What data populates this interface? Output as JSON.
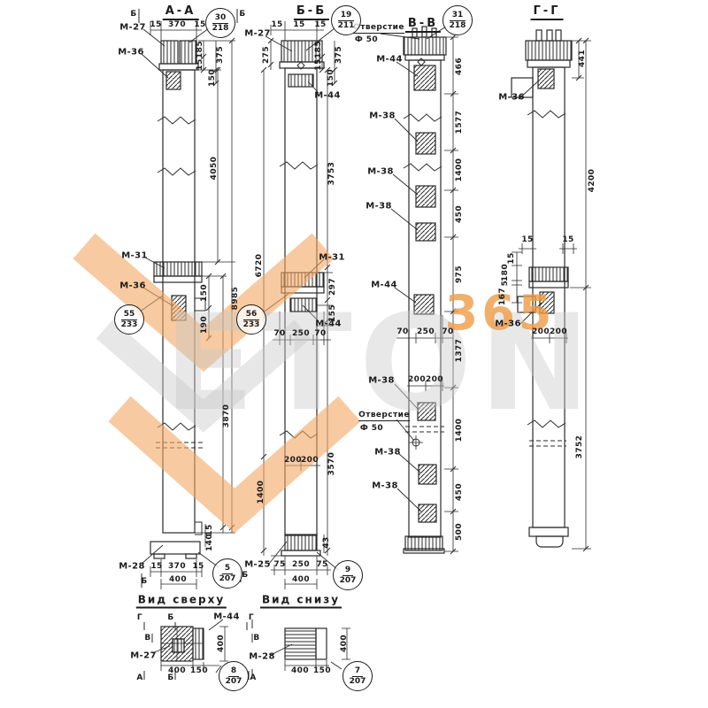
{
  "palette": {
    "ink": "#1c1c1c",
    "paper": "#ffffff",
    "orange": "#f2a358",
    "gray": "#cccccc"
  },
  "watermark": {
    "word": "ETON",
    "number": "365"
  },
  "headers": {
    "aa": "А-А",
    "bb": "Б-Б",
    "vv": "В-В",
    "gg": "Г-Г",
    "top_view": "Вид сверху",
    "bottom_view": "Вид снизу"
  },
  "callouts": {
    "aa_top": {
      "num": "30",
      "sheet": "218"
    },
    "bb_top": {
      "num": "19",
      "sheet": "211"
    },
    "vv_top": {
      "num": "31",
      "sheet": "218"
    },
    "aa_mid": {
      "num": "55",
      "sheet": "233"
    },
    "bb_mid": {
      "num": "56",
      "sheet": "233"
    },
    "aa_bot": {
      "num": "5",
      "sheet": "207"
    },
    "bb_bot": {
      "num": "9",
      "sheet": "207"
    },
    "tv": {
      "num": "8",
      "sheet": "207"
    },
    "bv": {
      "num": "7",
      "sheet": "207"
    }
  },
  "labels": {
    "aa_m27": "М-27",
    "aa_m36_top": "М-36",
    "aa_b_left": "Б",
    "aa_b_right": "Б",
    "aa_d15l": "15",
    "aa_d370": "370",
    "aa_d15r": "15",
    "aa_d185": "185",
    "aa_d15s": "15",
    "aa_d375": "375",
    "aa_d150t": "150",
    "aa_d4050": "4050",
    "aa_m31": "М-31",
    "aa_m36_mid": "М-36",
    "aa_d150m": "150",
    "aa_d190": "190",
    "aa_d8985": "8985",
    "aa_d3870": "3870",
    "aa_d15b": "15",
    "aa_d140": "140",
    "aa_m28": "М-28",
    "aa_b15l": "15",
    "aa_b370": "370",
    "aa_b15r": "15",
    "aa_b400": "400",
    "aa_bb_left": "Б",
    "aa_bb_right": "Б",
    "bb_m27": "М-27",
    "bb_d275": "275",
    "bb_d15l": "15",
    "bb_d370": "370",
    "bb_d15r": "15",
    "bb_d185": "185",
    "bb_d15s": "15",
    "bb_d375": "375",
    "bb_d150": "150",
    "bb_m44_top": "М-44",
    "bb_d6720": "6720",
    "bb_m31": "М-31",
    "bb_d3753": "3753",
    "bb_d297": "297",
    "bb_d155": "155",
    "bb_m44_mid": "М-44",
    "bb_d70l": "70",
    "bb_d250": "250",
    "bb_d70r": "70",
    "bb_d200l": "200",
    "bb_d200r": "200",
    "bb_d1400": "1400",
    "bb_d3570": "3570",
    "bb_d43": "43",
    "bb_m25": "М-25",
    "bb_b75l": "75",
    "bb_b250": "250",
    "bb_b75r": "75",
    "bb_b400": "400",
    "vv_otv1a": "Отверстие",
    "vv_otv1b": "Ф 50",
    "vv_m44_top": "М-44",
    "vv_d466": "466",
    "vv_m38_1": "М-38",
    "vv_d1577": "1577",
    "vv_m38_2": "М-38",
    "vv_d1400a": "1400",
    "vv_m38_3": "М-38",
    "vv_d450a": "450",
    "vv_m44_mid": "М-44",
    "vv_d975": "975",
    "vv_d70l": "70",
    "vv_d250": "250",
    "vv_d70r": "70",
    "vv_d1377": "1377",
    "vv_m38_4": "М-38",
    "vv_d200l": "200",
    "vv_d200r": "200",
    "vv_otv2a": "Отверстие",
    "vv_otv2b": "Ф 50",
    "vv_m38_5": "М-38",
    "vv_d1400b": "1400",
    "vv_m38_6": "М-38",
    "vv_d450b": "450",
    "vv_d500": "500",
    "gg_d441": "441",
    "gg_m36_top": "М-36",
    "gg_d4200": "4200",
    "gg_d15a": "15",
    "gg_d15b": "15",
    "gg_d15c": "15",
    "gg_d180": "180",
    "gg_d5": "5",
    "gg_d167": "167",
    "gg_m36_mid": "М-36",
    "gg_d200l": "200",
    "gg_d200r": "200",
    "gg_d3752": "3752",
    "tv_m44": "М-44",
    "tv_m27": "М-27",
    "tv_d400": "400",
    "tv_d150": "150",
    "tv_d400v": "400",
    "tv_g1": "Г",
    "tv_b1": "Б",
    "tv_g2": "Г",
    "tv_v1": "В",
    "tv_v2": "В",
    "tv_a1": "А",
    "tv_b2": "Б",
    "tv_a2": "А",
    "bv_m28": "М-28",
    "bv_d400": "400",
    "bv_d150": "150",
    "bv_d400v": "400"
  }
}
